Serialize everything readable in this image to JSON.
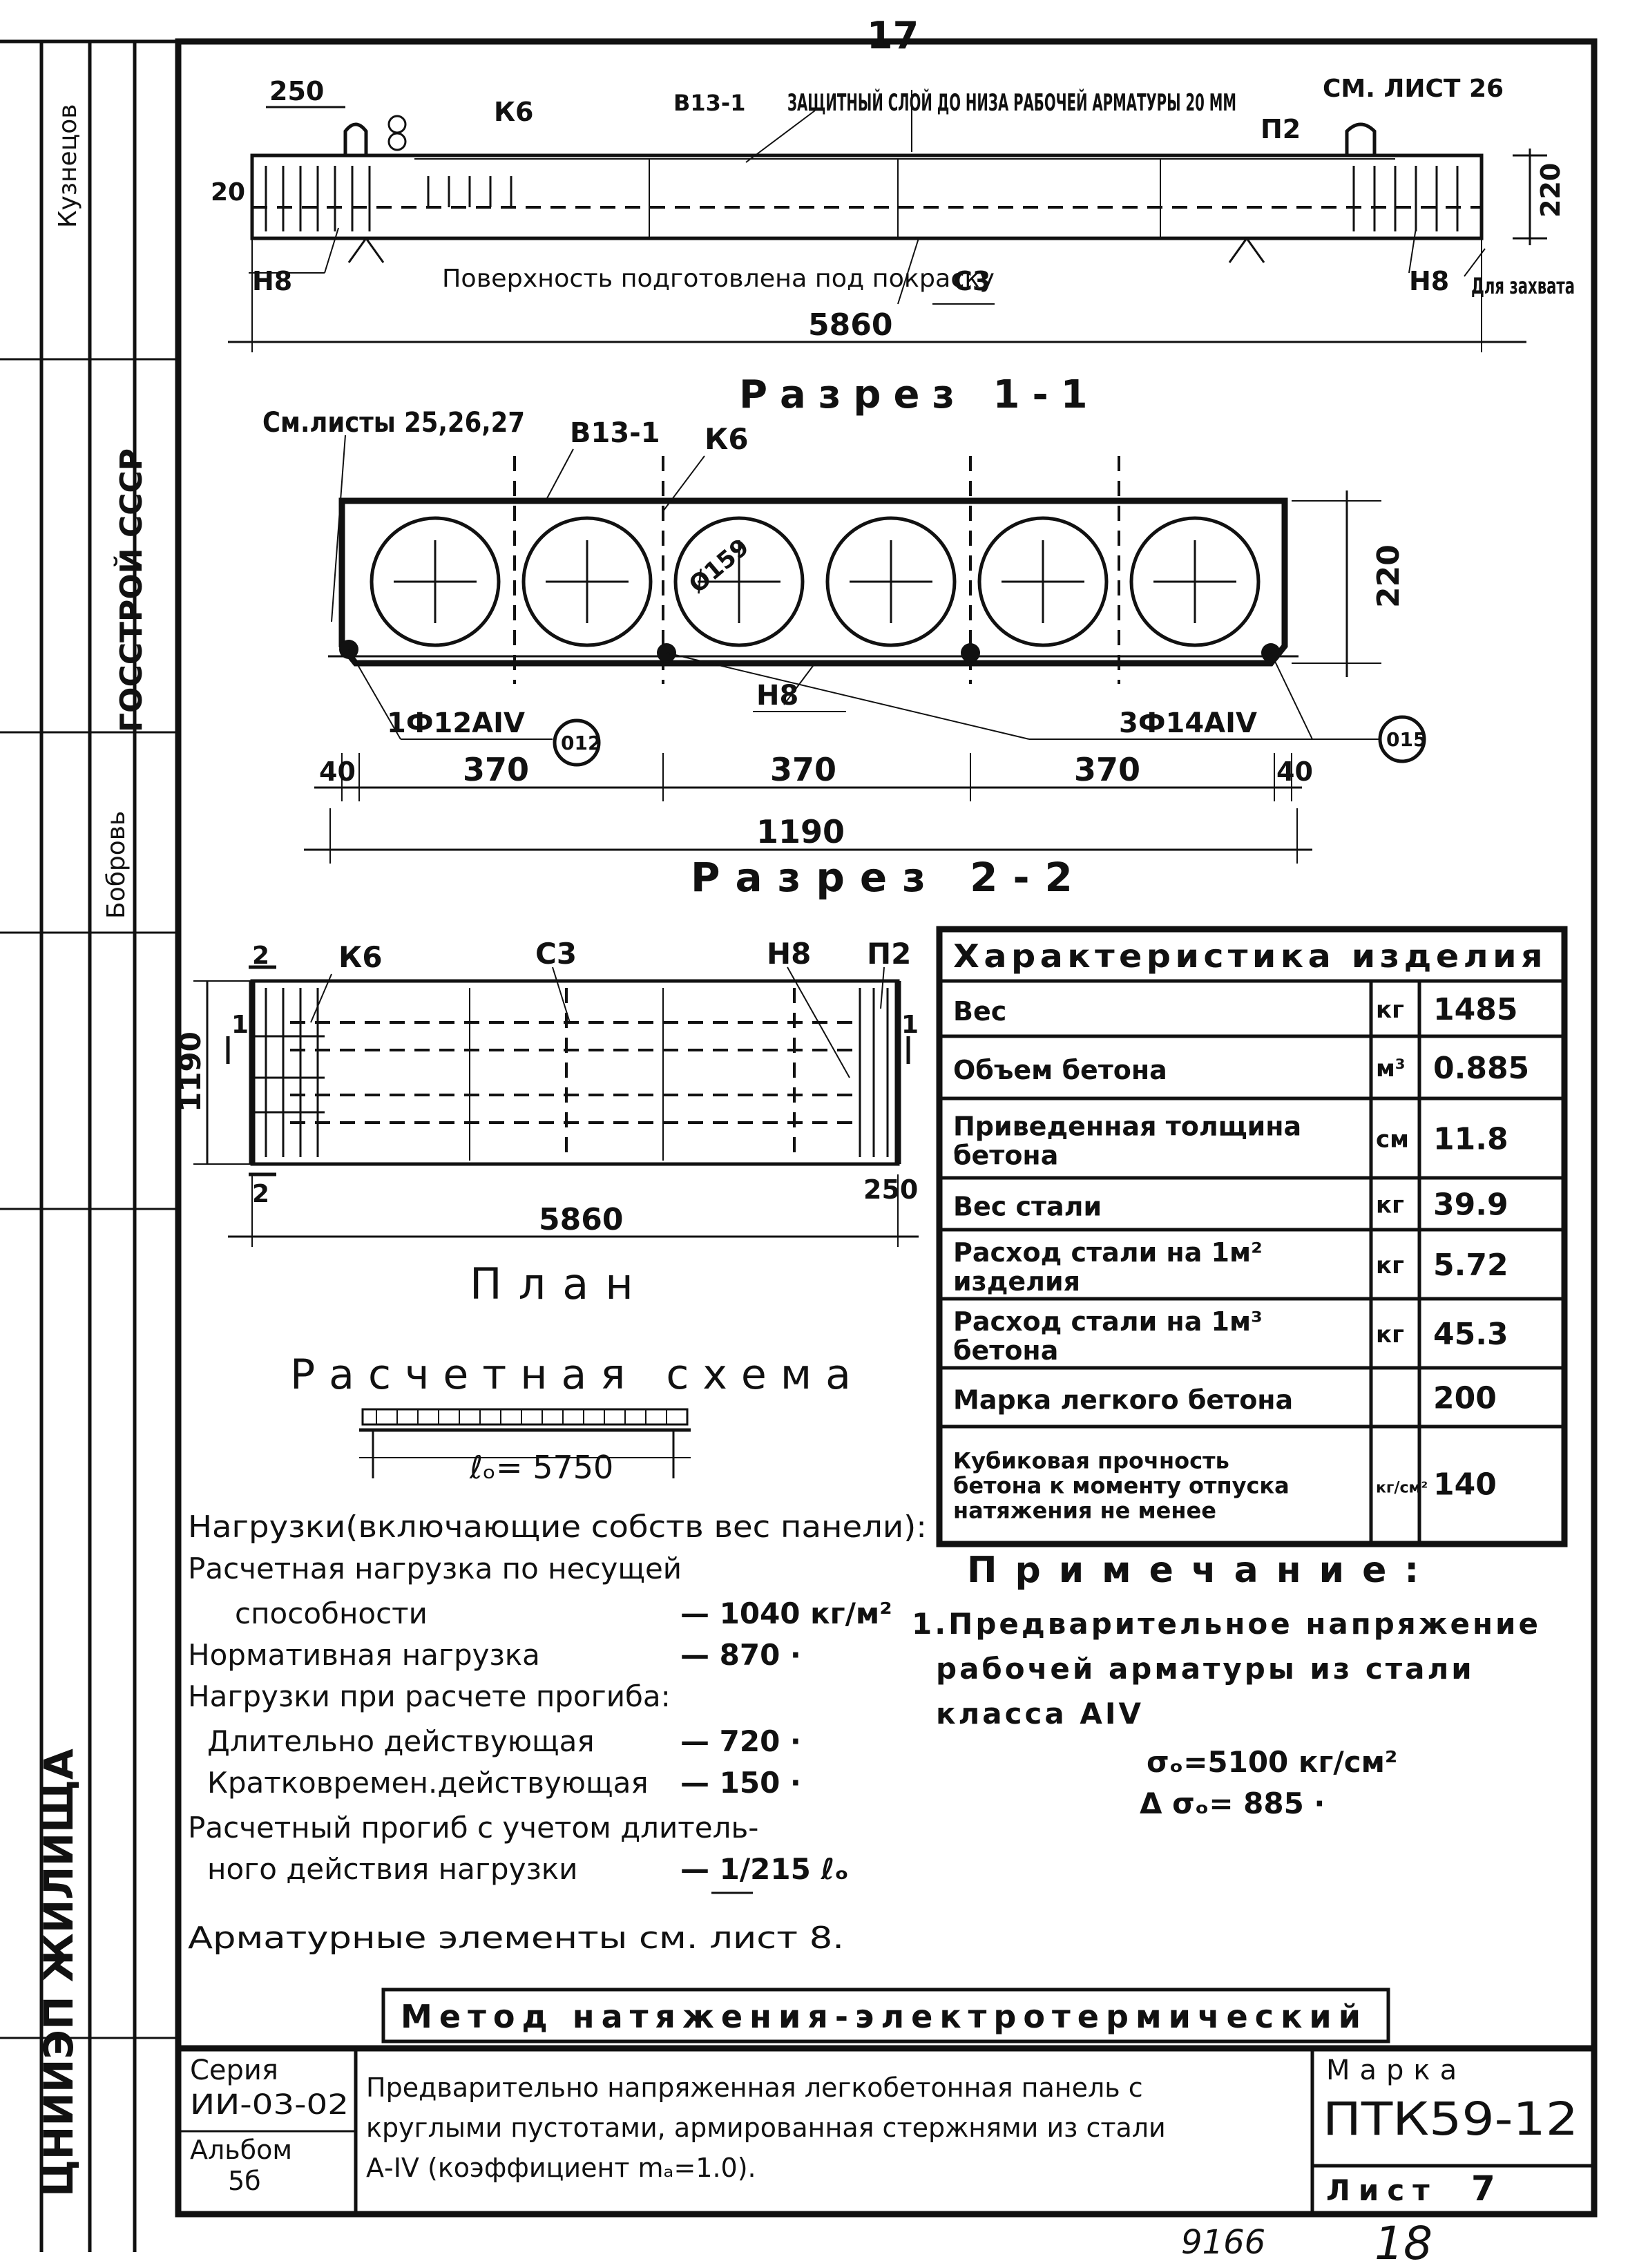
{
  "page_number_top": "17",
  "page_number_bottom": "18",
  "doc_number": "9166",
  "side_stamp": {
    "org": "ЦНИИЭП ЖИЛИЩА",
    "org2": "ГОССТРОЙ СССР",
    "names": [
      "Бобровь",
      "Кузнецов"
    ]
  },
  "elevation": {
    "label_250": "250",
    "label_k6": "К6",
    "label_v13": "В13-1",
    "note": "ЗАЩИТНЫЙ СЛОЙ ДО НИЗА РАБОЧЕЙ АРМАТУРЫ 20 ММ",
    "label_p2": "П2",
    "label_sheet26": "СМ. ЛИСТ 26",
    "label_20": "20",
    "label_220": "220",
    "label_h8_left": "Н8",
    "label_h8_right": "Н8",
    "surface_note": "Поверхность подготовлена под покраску",
    "label_c3": "С3",
    "label_grip": "Для захвата",
    "label_length": "5860"
  },
  "section11": {
    "title": "Разрез 1-1",
    "see_sheets": "См.листы 25,26,27",
    "label_v13": "В13-1",
    "label_k6": "К6",
    "label_d159": "Ø159",
    "label_220": "220",
    "label_h8": "Н8",
    "bar_left": "1Ф12АIV",
    "bar_left_mark": "012",
    "bar_right": "3Ф14АIV",
    "bar_right_mark": "015",
    "dim_40a": "40",
    "dim_370a": "370",
    "dim_370b": "370",
    "dim_370c": "370",
    "dim_40b": "40",
    "dim_total": "1190"
  },
  "section22_title": "Разрез 2-2",
  "plan": {
    "label_k6": "К6",
    "label_c3": "С3",
    "label_h8": "Н8",
    "label_p2": "П2",
    "label_2a": "2",
    "label_2b": "2",
    "label_1a": "1",
    "label_1b": "1",
    "label_1190": "1190",
    "label_250": "250",
    "label_length": "5860",
    "title": "План"
  },
  "characteristics": {
    "title": "Характеристика изделия",
    "rows": [
      {
        "name": "Вес",
        "unit": "кг",
        "value": "1485"
      },
      {
        "name": "Объем бетона",
        "unit": "м³",
        "value": "0.885"
      },
      {
        "name": "Приведенная толщина бетона",
        "unit": "см",
        "value": "11.8"
      },
      {
        "name": "Вес стали",
        "unit": "кг",
        "value": "39.9"
      },
      {
        "name": "Расход стали на 1м² изделия",
        "unit": "кг",
        "value": "5.72"
      },
      {
        "name": "Расход стали на 1м³ бетона",
        "unit": "кг",
        "value": "45.3"
      },
      {
        "name": "Марка легкого бетона",
        "unit": "",
        "value": "200"
      },
      {
        "name": "Кубиковая прочность бетона к моменту отпуска натяжения не менее",
        "unit": "кг/см²",
        "value": "140"
      }
    ]
  },
  "calc_scheme": {
    "title": "Расчетная схема",
    "span": "ℓₒ= 5750"
  },
  "loads": {
    "heading": "Нагрузки(включающие собств вес панели):",
    "lines": [
      {
        "label": "Расчетная нагрузка по несущей",
        "value": ""
      },
      {
        "label": "способности",
        "value": "— 1040 кг/м²"
      },
      {
        "label": "Нормативная нагрузка",
        "value": "— 870 ·"
      },
      {
        "label": "Нагрузки при расчете прогиба:",
        "value": ""
      },
      {
        "label": "Длительно действующая",
        "value": "— 720 ·"
      },
      {
        "label": "Кратковремен.действующая",
        "value": "— 150 ·"
      },
      {
        "label": "Расчетный прогиб с учетом длитель-",
        "value": ""
      },
      {
        "label": "ного действия нагрузки",
        "value": "— 1/215 ℓₒ"
      }
    ],
    "armature_note": "Арматурные элементы см. лист 8."
  },
  "note": {
    "title": "Примечание:",
    "lines": [
      "1.Предварительное напряжение",
      "рабочей арматуры из стали",
      "класса АIV",
      "σₒ=5100 кг/см²",
      "Δ σₒ= 885 ·"
    ]
  },
  "method": "Метод натяжения-электротермический",
  "title_block": {
    "series_label": "Серия",
    "series_value": "ИИ-03-02",
    "album_label": "Альбом",
    "album_value": "5б",
    "description": "Предварительно напряженная легкобетонная панель с круглыми пустотами, армированная стержнями из стали А-IV (коэффициент mₐ=1.0).",
    "mark_label": "Марка",
    "mark_value": "ПТК59-12",
    "sheet_label": "Лист",
    "sheet_value": "7"
  }
}
